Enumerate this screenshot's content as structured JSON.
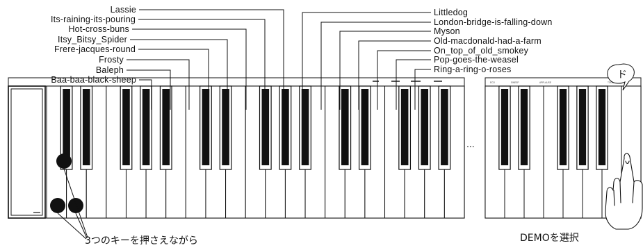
{
  "left_songs": [
    "Lassie",
    "Its-raining-its-pouring",
    "Hot-cross-buns",
    "Itsy_Bitsy_Spider",
    "Frere-jacques-round",
    "Frosty",
    "Baleph",
    "Baa-baa-black-sheep"
  ],
  "right_songs": [
    "Littledog",
    "London-bridge-is-falling-down",
    "Myson",
    "Old-macdonald-had-a-farm",
    "On_top_of_old_smokey",
    "Pop-goes-the-weasel",
    "Ring-a-ring-o-roses"
  ],
  "ellipsis": "...",
  "katakana": "ド",
  "caption_left": "3つのキーを押さえながら",
  "caption_right": "DEMOを選択",
  "panel_labels_left": [
    "",
    "",
    "",
    ""
  ],
  "panel_labels_right": [
    "ECO",
    "SWEEP",
    "APPLAUSE",
    "TOUCH"
  ],
  "colors": {
    "line": "#111111",
    "key_fill": "#ffffff",
    "black_key": "#111111",
    "press_dot": "#111111"
  }
}
